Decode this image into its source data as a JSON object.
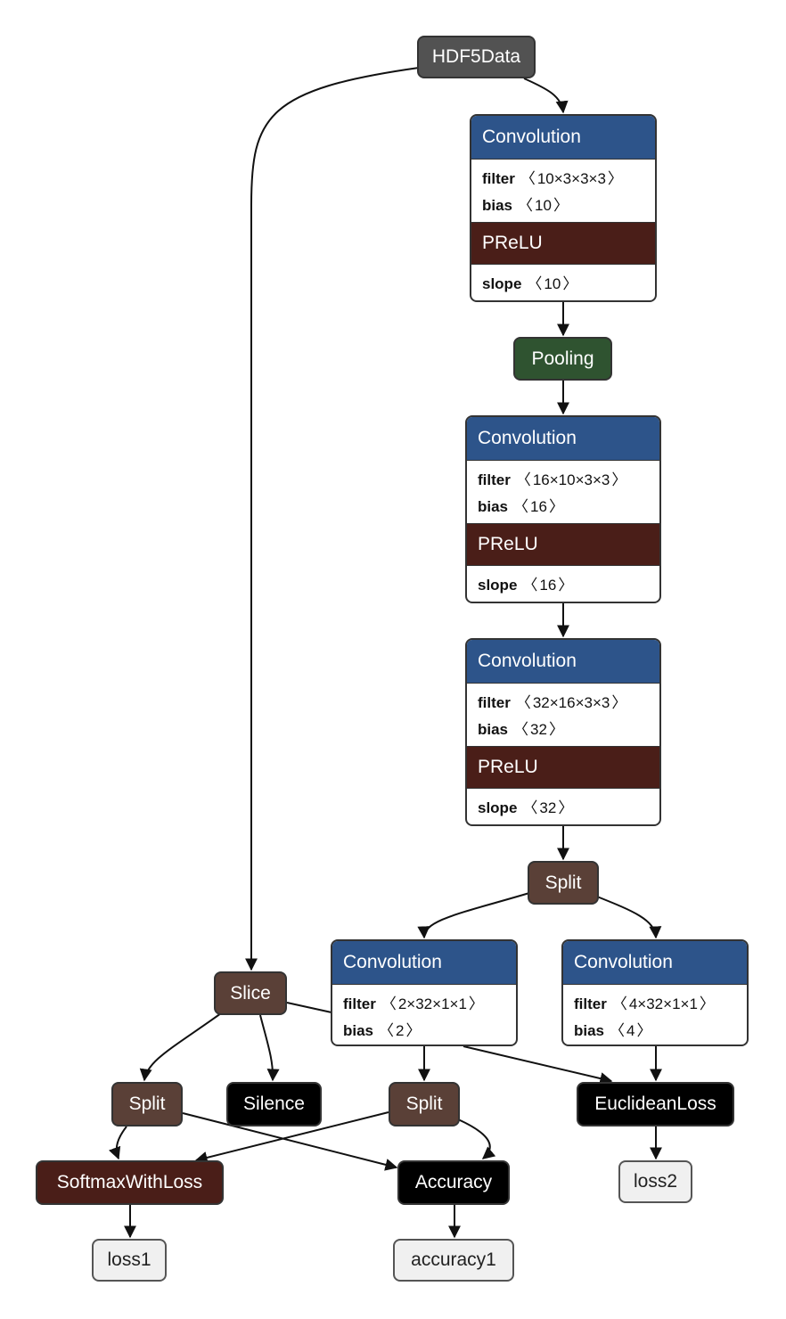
{
  "colors": {
    "data": "#525252",
    "convolution": "#2d548a",
    "prelu": "#4a1e18",
    "pooling": "#2f5330",
    "split": "#5a4037",
    "slice": "#5a4037",
    "black_layer": "#000000",
    "softmax": "#4a1e18",
    "blob": "#f0f0f0",
    "edge": "#111111"
  },
  "nodes": {
    "hdf5data": "HDF5Data",
    "conv1": {
      "title": "Convolution",
      "filter_label": "filter",
      "filter": "10×3×3×3",
      "bias_label": "bias",
      "bias": "10",
      "act": "PReLU",
      "slope_label": "slope",
      "slope": "10"
    },
    "pooling": "Pooling",
    "conv2": {
      "title": "Convolution",
      "filter_label": "filter",
      "filter": "16×10×3×3",
      "bias_label": "bias",
      "bias": "16",
      "act": "PReLU",
      "slope_label": "slope",
      "slope": "16"
    },
    "conv3": {
      "title": "Convolution",
      "filter_label": "filter",
      "filter": "32×16×3×3",
      "bias_label": "bias",
      "bias": "32",
      "act": "PReLU",
      "slope_label": "slope",
      "slope": "32"
    },
    "split_top": "Split",
    "conv4a": {
      "title": "Convolution",
      "filter_label": "filter",
      "filter": "2×32×1×1",
      "bias_label": "bias",
      "bias": "2"
    },
    "conv4b": {
      "title": "Convolution",
      "filter_label": "filter",
      "filter": "4×32×1×1",
      "bias_label": "bias",
      "bias": "4"
    },
    "slice": "Slice",
    "split_left": "Split",
    "silence": "Silence",
    "split_mid": "Split",
    "euclidean": "EuclideanLoss",
    "softmax": "SoftmaxWithLoss",
    "accuracy": "Accuracy",
    "loss1": "loss1",
    "accuracy1": "accuracy1",
    "loss2": "loss2"
  }
}
